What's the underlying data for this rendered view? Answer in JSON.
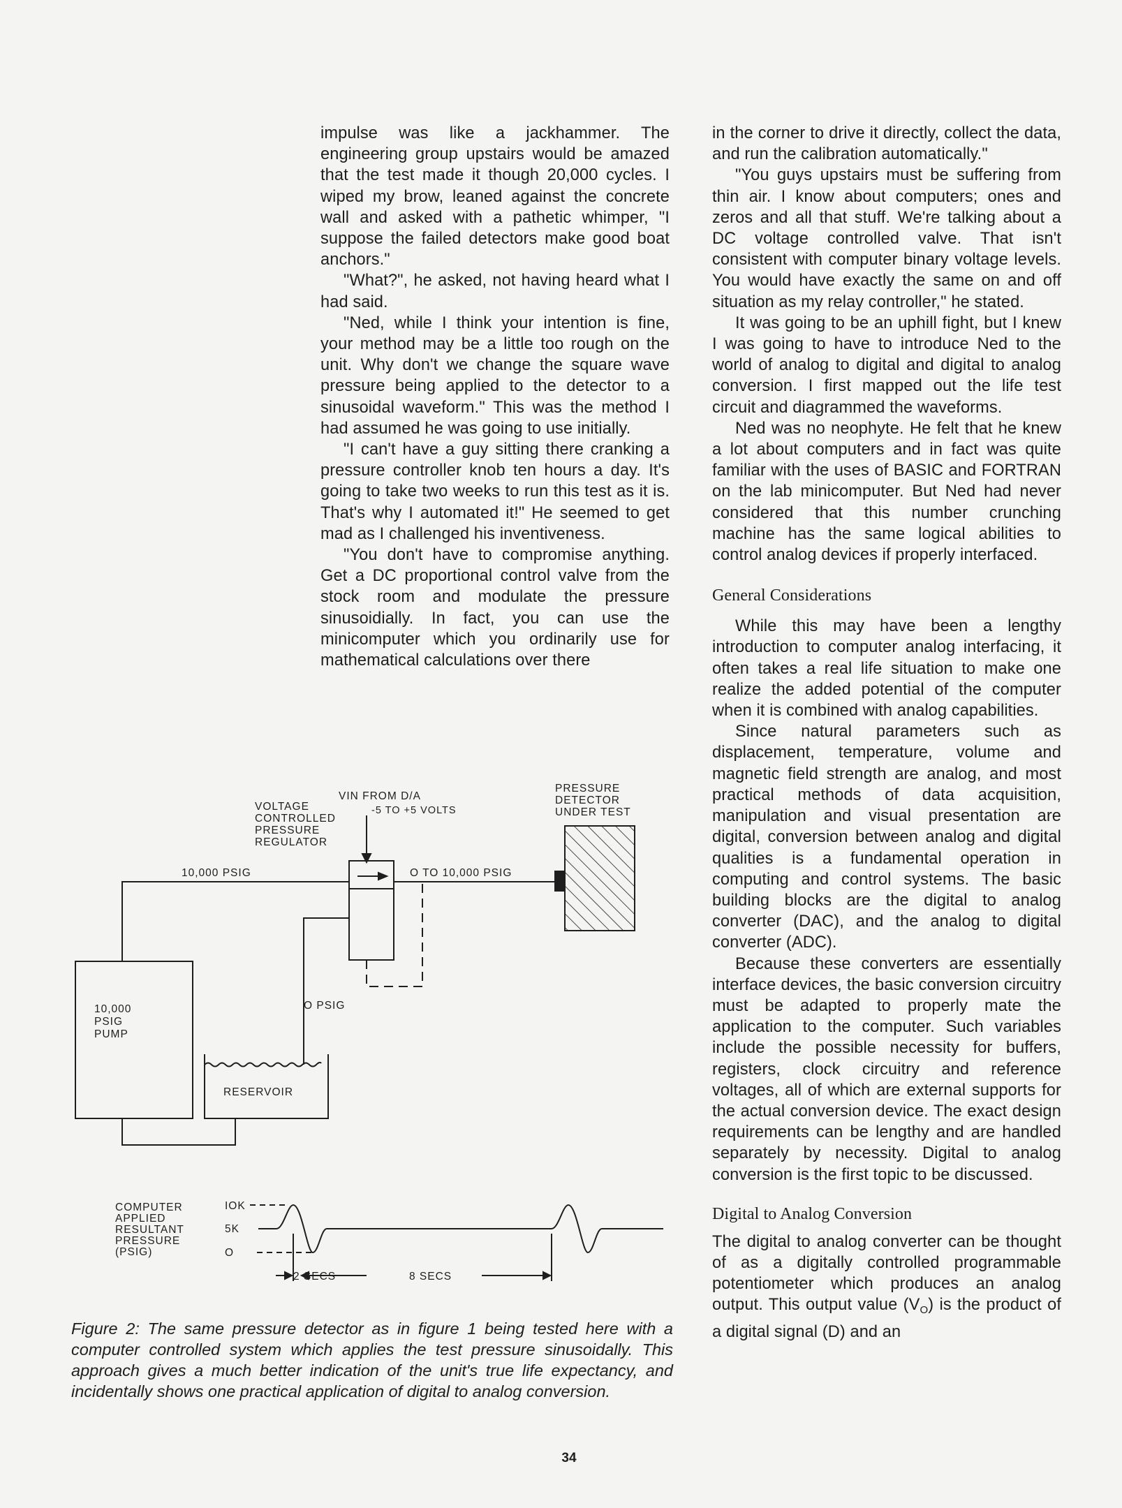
{
  "column_middle": {
    "p1": "impulse was like a jackhammer. The engineering group upstairs would be amazed that the test made it though 20,000 cycles. I wiped my brow, leaned against the concrete wall and asked with a pathetic whimper, \"I suppose the failed detectors make good boat anchors.\"",
    "p2": "\"What?\", he asked, not having heard what I had said.",
    "p3": "\"Ned, while I think your intention is fine, your method may be a little too rough on the unit. Why don't we change the square wave pressure being applied to the detector to a sinusoidal waveform.\" This was the method I had assumed he was going to use initially.",
    "p4": "\"I can't have a guy sitting there cranking a pressure controller knob ten hours a day. It's going to take two weeks to run this test as it is. That's why I automated it!\" He seemed to get mad as I challenged his inventiveness.",
    "p5": "\"You don't have to compromise anything. Get a DC proportional control valve from the stock room and modulate the pressure sinusoidially. In fact, you can use the minicomputer which you ordinarily use for mathematical calculations over there"
  },
  "column_right": {
    "p1": "in the corner to drive it directly, collect the data, and run the calibration automatically.\"",
    "p2": "\"You guys upstairs must be suffering from thin air. I know about computers; ones and zeros and all that stuff. We're talking about a DC voltage controlled valve. That isn't consistent with computer binary voltage levels. You would have exactly the same on and off situation as my relay controller,\" he stated.",
    "p3": "It was going to be an uphill fight, but I knew I was going to have to introduce Ned to the world of analog to digital and digital to analog conversion. I first mapped out the life test circuit and diagrammed the waveforms.",
    "p4": "Ned was no neophyte. He felt that he knew a lot about computers and in fact was quite familiar with the uses of BASIC and FORTRAN on the lab minicomputer. But Ned had never considered that this number crunching machine has the same logical abilities to control analog devices if properly interfaced.",
    "heading1": "General Considerations",
    "p5": "While this may have been a lengthy introduction to computer analog interfacing, it often takes a real life situation to make one realize the added potential of the computer when it is combined with analog capabilities.",
    "p6": "Since natural parameters such as displacement, temperature, volume and magnetic field strength are analog, and most practical methods of data acquisition, manipulation and visual presentation are digital, conversion between analog and digital qualities is a fundamental operation in computing and control systems. The basic building blocks are the digital to analog converter (DAC), and the analog to digital converter (ADC).",
    "p7": "Because these converters are essentially interface devices, the basic conversion circuitry must be adapted to properly mate the application to the computer. Such variables include the possible necessity for buffers, registers, clock circuitry and reference voltages, all of which are external supports for the actual conversion device. The exact design requirements can be lengthy and are handled separately by necessity. Digital to analog conversion is the first topic to be discussed.",
    "heading2": "Digital to Analog Conversion",
    "p8_before": "The digital to analog converter can be thought of as a digitally controlled programmable potentiometer which produces an analog output. This output value (V",
    "p8_sub": "O",
    "p8_after": ") is the product of a digital signal (D) and an"
  },
  "diagram": {
    "vin_label": "VIN FROM D/A",
    "volts_label": "-5 TO +5 VOLTS",
    "regulator_label": [
      "VOLTAGE",
      "CONTROLLED",
      "PRESSURE",
      "REGULATOR"
    ],
    "detector_label": [
      "PRESSURE",
      "DETECTOR",
      "UNDER TEST"
    ],
    "supply_pressure": "10,000 PSIG",
    "output_pressure": "O TO 10,000 PSIG",
    "pump_label": [
      "10,000",
      "PSIG",
      "PUMP"
    ],
    "return_pressure": "O PSIG",
    "reservoir_label": "RESERVOIR",
    "waveform_label": [
      "COMPUTER",
      "APPLIED",
      "RESULTANT",
      "PRESSURE",
      "(PSIG)"
    ],
    "y_ticks": [
      "IOK",
      "5K",
      "O"
    ],
    "time_1": "2 SECS",
    "time_2": "8 SECS"
  },
  "caption": "Figure 2: The same pressure detector as in figure 1 being tested here with a computer controlled system which applies the test pressure sinusoidally. This approach gives a much better indication of the unit's true life expectancy, and incidentally shows one practical application of digital to analog conversion.",
  "page_number": "34"
}
